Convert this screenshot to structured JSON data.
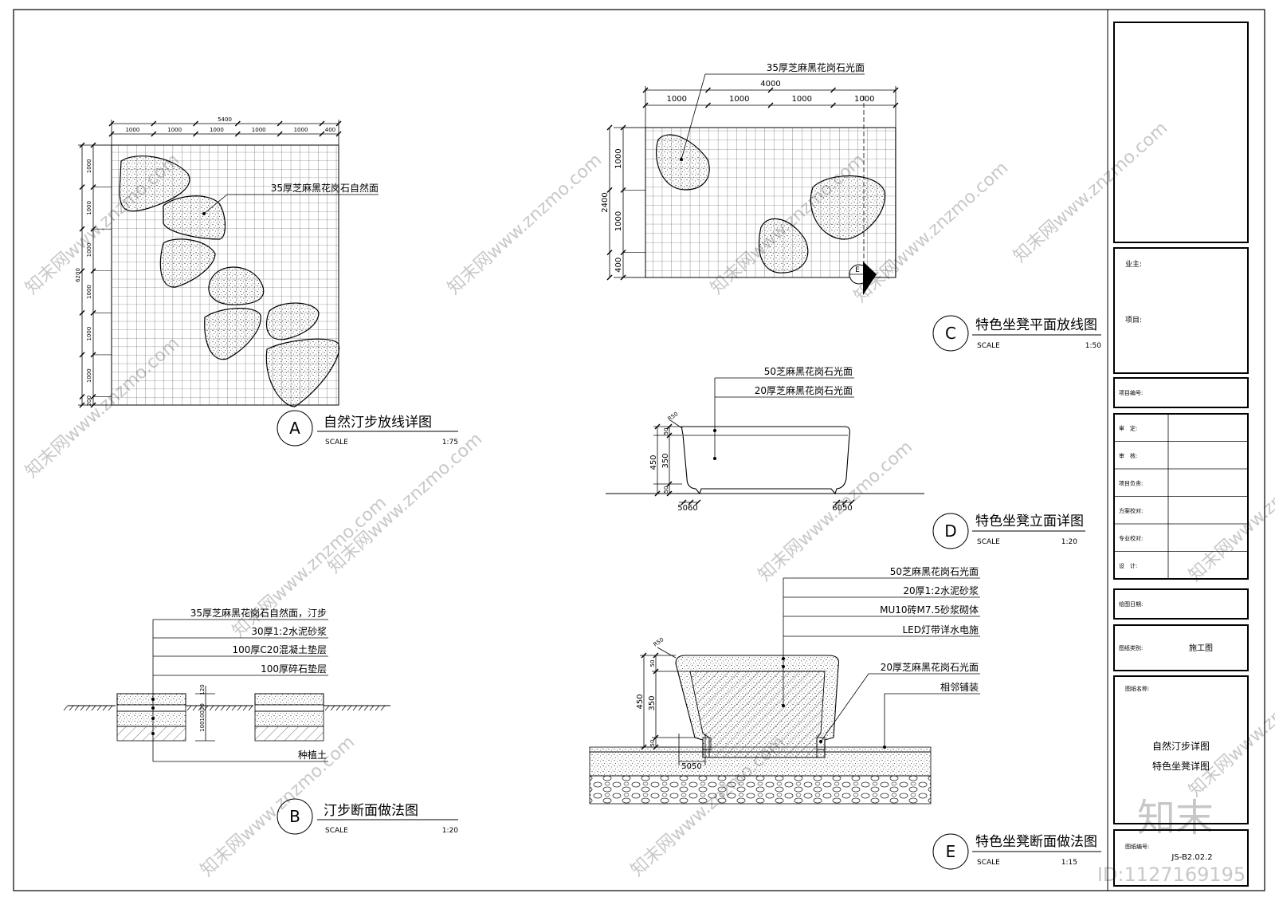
{
  "views": {
    "a": {
      "letter": "A",
      "title": "自然汀步放线详图",
      "scale_label": "SCALE",
      "scale": "1:75",
      "dims_top": [
        "1000",
        "1000",
        "1000",
        "1000",
        "1000",
        "400"
      ],
      "dim_total": "5400",
      "dims_left": [
        "1000",
        "1000",
        "1000",
        "1000",
        "1000",
        "1000",
        "200"
      ],
      "dim_left_total": "6200",
      "note": "35厚芝麻黑花岗石自然面"
    },
    "b": {
      "letter": "B",
      "title": "汀步断面做法图",
      "scale_label": "SCALE",
      "scale": "1:20",
      "layers": [
        "35厚芝麻黑花岗石自然面，汀步",
        "30厚1:2水泥砂浆",
        "100厚C20混凝土垫层",
        "100厚碎石垫层"
      ],
      "soil": "种植土",
      "dims": [
        "100",
        "100",
        "30",
        "120"
      ],
      "dim_text": "10010030"
    },
    "c": {
      "letter": "C",
      "title": "特色坐凳平面放线图",
      "scale_label": "SCALE",
      "scale": "1:50",
      "note": "35厚芝麻黑花岗石光面",
      "dim_total": "4000",
      "dims_top": [
        "1000",
        "1000",
        "1000",
        "1000"
      ],
      "dim_left_total": "2400",
      "dims_left": [
        "1000",
        "1000",
        "400"
      ],
      "section_mark": "E"
    },
    "d": {
      "letter": "D",
      "title": "特色坐凳立面详图",
      "scale_label": "SCALE",
      "scale": "1:20",
      "notes": [
        "50芝麻黑花岗石光面",
        "20厚芝麻黑花岗石光面"
      ],
      "dims_left": [
        "50",
        "350",
        "50"
      ],
      "dim_total": "450",
      "radius": "R50",
      "dims_bottom_left": "5060",
      "dims_bottom_right": "6050"
    },
    "e": {
      "letter": "E",
      "title": "特色坐凳断面做法图",
      "scale_label": "SCALE",
      "scale": "1:15",
      "notes": [
        "50芝麻黑花岗石光面",
        "20厚1:2水泥砂浆",
        "MU10砖M7.5砂浆砌体",
        "LED灯带详水电施",
        "20厚芝麻黑花岗石光面",
        "相邻铺装"
      ],
      "dims_left": [
        "50",
        "350",
        "50"
      ],
      "dim_total": "450",
      "radius": "R50",
      "dims_bottom": "5050"
    }
  },
  "title_block": {
    "owner_label": "业主:",
    "project_label": "项目:",
    "project_no_label": "项目编号:",
    "sign_rows": [
      "审　定:",
      "审　核:",
      "项目负责:",
      "方案校对:",
      "专业校对:",
      "设　计:"
    ],
    "date_label": "绘图日期:",
    "category_label": "图纸类别:",
    "category_value": "施工图",
    "drawing_name_label": "图纸名称:",
    "drawing_names": [
      "自然汀步详图",
      "特色坐凳详图"
    ],
    "drawing_no_label": "图纸编号:",
    "drawing_no": "JS-B2.02.2"
  },
  "watermark": {
    "brand": "知末",
    "site": "知末网www.znzmo.com",
    "id": "ID:1127169195"
  }
}
